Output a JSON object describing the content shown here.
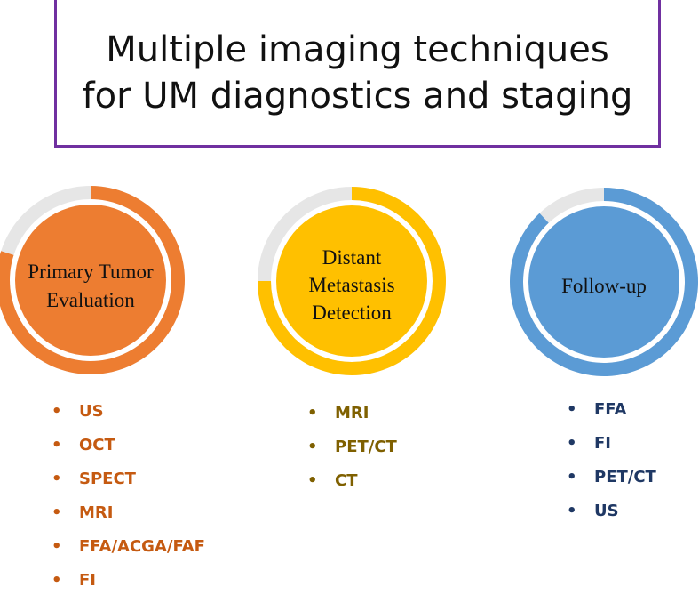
{
  "title": {
    "line1": "Multiple imaging techniques",
    "line2": "for UM diagnostics and staging"
  },
  "colors": {
    "frame": "#7030a0",
    "track": "#e6e6e6",
    "primary": "#ed7d31",
    "distant": "#ffc000",
    "followup": "#5b9bd5",
    "primary_text": "#c55a11",
    "distant_text": "#7f6000",
    "followup_text": "#1f3864"
  },
  "stages": [
    {
      "label_lines": [
        "Primary Tumor",
        "Evaluation"
      ],
      "progress": 0.8,
      "items": [
        "US",
        "OCT",
        "SPECT",
        "MRI",
        "FFA/ACGA/FAF",
        "FI"
      ]
    },
    {
      "label_lines": [
        "Distant",
        "Metastasis",
        "Detection"
      ],
      "progress": 0.75,
      "items": [
        "MRI",
        "PET/CT",
        "CT"
      ]
    },
    {
      "label_lines": [
        "Follow-up"
      ],
      "progress": 0.88,
      "items": [
        "FFA",
        "FI",
        "PET/CT",
        "US"
      ]
    }
  ],
  "bullet_char": "•"
}
